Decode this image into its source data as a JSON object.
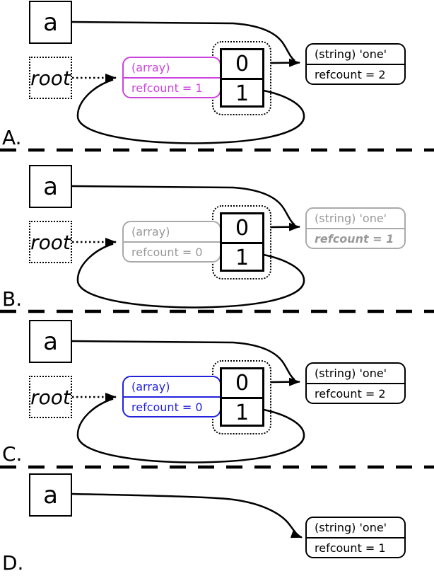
{
  "figure": {
    "title": "reference-counting cycle collection steps",
    "colors": {
      "candidate-magenta": "#cc44dd",
      "garbage-gray-border": "#aaaaaa",
      "garbage-gray-text": "#999999",
      "marked-blue": "#2222dd",
      "line-black": "#000000"
    },
    "panels": [
      {
        "label": "A.",
        "variable": "a",
        "root": "root",
        "array": {
          "type": "(array)",
          "refcount": "refcount = 1"
        },
        "cells": {
          "c0": "0",
          "c1": "1"
        },
        "string": {
          "type": "(string) 'one'",
          "refcount": "refcount = 2"
        }
      },
      {
        "label": "B.",
        "variable": "a",
        "root": "root",
        "array": {
          "type": "(array)",
          "refcount": "refcount = 0"
        },
        "cells": {
          "c0": "0",
          "c1": "1"
        },
        "string": {
          "type": "(string) 'one'",
          "refcount": "refcount = 1"
        }
      },
      {
        "label": "C.",
        "variable": "a",
        "root": "root",
        "array": {
          "type": "(array)",
          "refcount": "refcount = 0"
        },
        "cells": {
          "c0": "0",
          "c1": "1"
        },
        "string": {
          "type": "(string) 'one'",
          "refcount": "refcount = 2"
        }
      },
      {
        "label": "D.",
        "variable": "a",
        "string": {
          "type": "(string) 'one'",
          "refcount": "refcount = 1"
        }
      }
    ]
  }
}
